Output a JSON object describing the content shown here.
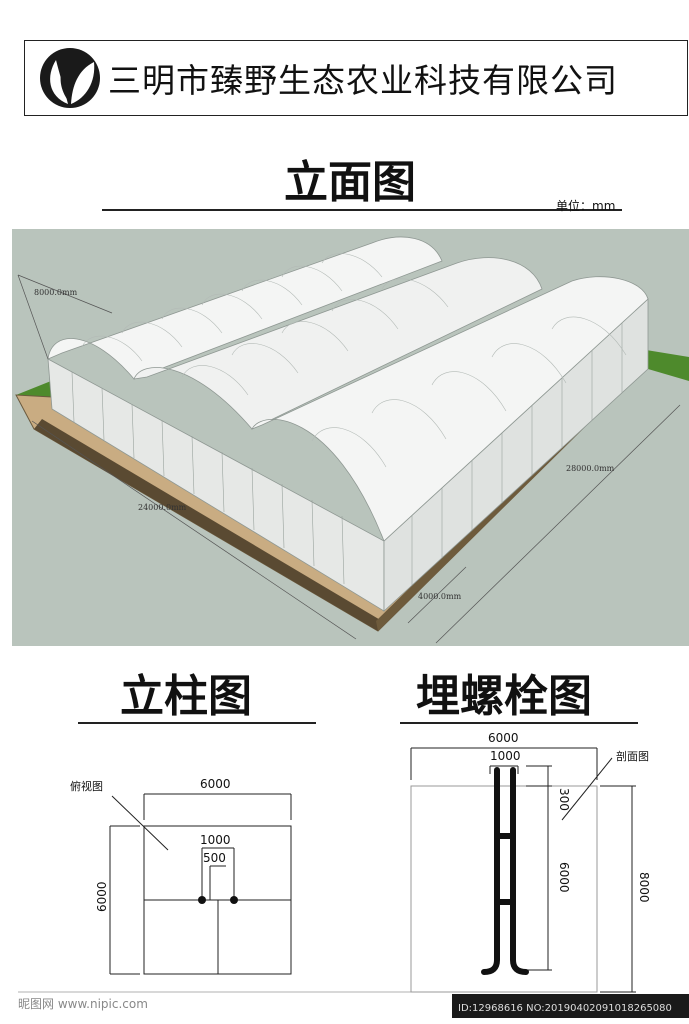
{
  "header": {
    "company_name": "三明市臻野生态农业科技有限公司"
  },
  "elevation": {
    "title": "立面图",
    "unit_label": "单位：mm",
    "dim_height": "8000.0mm",
    "dim_width": "24000.0mm",
    "dim_length": "28000.0mm",
    "dim_span": "4000.0mm"
  },
  "column_view": {
    "title": "立柱图",
    "top_view_label": "俯视图",
    "dim_top": "6000",
    "dim_left": "6000",
    "dim_inner_outer": "1000",
    "dim_inner": "500"
  },
  "bolt_view": {
    "title": "埋螺栓图",
    "section_label": "剖面图",
    "dim_top": "6000",
    "dim_top_inner": "1000",
    "dim_right_top": "300",
    "dim_bolt_length": "6000",
    "dim_right_outer": "8000"
  },
  "footer": {
    "watermark": "昵图网 www.nipic.com",
    "id_text": "ID:12968616 NO:20190402091018265080"
  },
  "colors": {
    "background_scene": "#b9c4bc",
    "greenhouse_white": "#f4f5f4",
    "ground_brown": "#c9ac82",
    "grass_green": "#4e8a2c"
  }
}
